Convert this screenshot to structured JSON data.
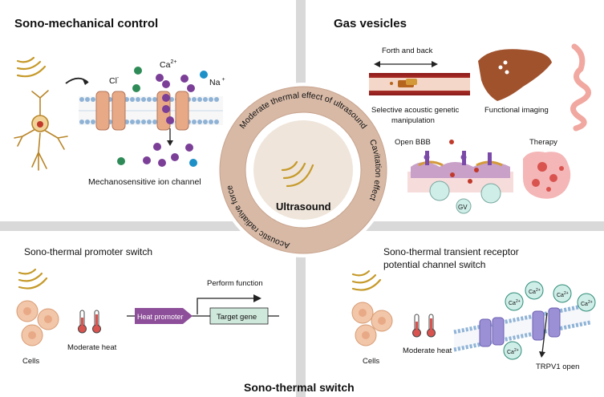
{
  "panels": {
    "sono_mechanical": {
      "title": "Sono-mechanical control",
      "ion_cl": "Cl",
      "ion_cl_sup": "-",
      "ion_ca": "Ca",
      "ion_ca_sup": "2+",
      "ion_na": "Na",
      "ion_na_sup": "+",
      "caption": "Mechanosensitive ion channel"
    },
    "gas_vesicles": {
      "title": "Gas vesicles",
      "forth_back": "Forth and back",
      "selective": [
        "Selective acoustic genetic",
        "manipulation"
      ],
      "functional": "Functional imaging",
      "open_bbb": "Open BBB",
      "therapy": "Therapy",
      "gv": "GV"
    },
    "promoter": {
      "title": "Sono-thermal promoter switch",
      "perform": "Perform function",
      "heat_promoter": "Heat promoter",
      "target_gene": "Target gene",
      "cells": "Cells",
      "moderate_heat": "Moderate heat"
    },
    "trpv": {
      "title": [
        "Sono-thermal transient receptor",
        "potential channel switch"
      ],
      "cells": "Cells",
      "moderate_heat": "Moderate heat",
      "trpv1": "TRPV1 open",
      "ca": "Ca",
      "ca_sup": "2+"
    },
    "bottom_title": "Sono-thermal  switch"
  },
  "center": {
    "label": "Ultrasound",
    "ring_top": "Moderate thermal effect of ultrasound",
    "ring_right": "Cavitation effect",
    "ring_left": "Acoustic radiative force"
  },
  "colors": {
    "divider": "#d9d9d9",
    "ring_outer": "#d7b9a6",
    "ring_inner": "#efe5db",
    "wave": "#c69a2a",
    "ca_ion": "#7b3f98",
    "cl_ion": "#2e8b57",
    "na_ion": "#1e90c8",
    "channel": "#e8a987",
    "membrane": "#8fb3d6",
    "heat_promoter": "#8e4f9a",
    "target_gene": "#cfe8dc",
    "trpv_channel": "#9b8fd6",
    "cell": "#f2c6a8"
  },
  "icons": [
    "ultrasound-wave-icon",
    "neuron-icon",
    "thermometer-icon",
    "liver-icon",
    "intestine-icon",
    "blood-vessel-icon",
    "tumor-icon",
    "cell-icon"
  ]
}
